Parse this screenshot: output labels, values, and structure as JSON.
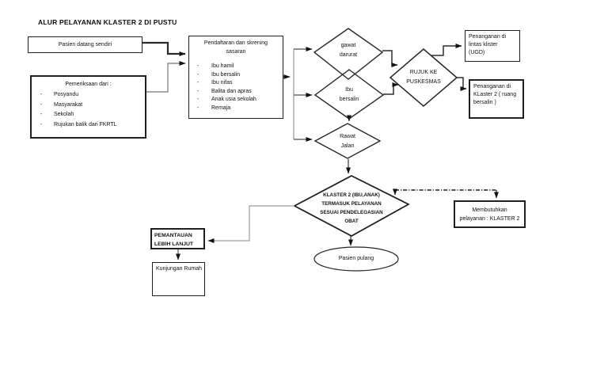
{
  "title": "ALUR PELAYANAN KLASTER 2 DI PUSTU",
  "bullet": "-",
  "colors": {
    "line": "#2b2b2b",
    "line_muted": "#8f8f8f",
    "border": "#1f1f1f",
    "background": "#ffffff",
    "text": "#111111"
  },
  "boxes": {
    "pasien_datang": {
      "label": "Pasien datang sendiri"
    },
    "pemeriksaan": {
      "title": "Pemeriksaan dari :",
      "items": [
        "Posyandu",
        "Masyarakat",
        "Sekolah",
        "Rujukan balik dari FKRTL"
      ]
    },
    "pendaftaran": {
      "title_lines": [
        "Pendaftaran dan skrening",
        "sasaran"
      ],
      "items": [
        "Ibu hamil",
        "Ibu bersalin",
        "Ibu nifas",
        "Balita dan apras",
        "Anak usia sekolah",
        "Remaja"
      ]
    },
    "penanganan_ugd": {
      "lines": [
        "Penanganan di",
        "lintas klister",
        "(UGD)"
      ]
    },
    "penanganan_klaster2": {
      "lines": [
        "Penanganan di",
        "KLaster 2 ( ruang",
        "bersalin )"
      ]
    },
    "membutuhkan": {
      "lines": [
        "Membutuhkan",
        "pelayanan : KLASTER 2"
      ]
    },
    "pemantauan": {
      "lines": [
        "PEMANTAUAN",
        "LEBIH LANJUT"
      ]
    },
    "kunjungan": {
      "label": "Kunjungan Rumah"
    }
  },
  "diamonds": {
    "gawat_darurat": {
      "lines": [
        "gawat",
        "darurat"
      ]
    },
    "ibu_bersalin": {
      "lines": [
        "Ibu",
        "bersalin"
      ]
    },
    "rawat_jalan": {
      "lines": [
        "Rawat",
        "Jalan"
      ]
    },
    "rujuk_puskesmas": {
      "lines": [
        "RUJUK KE",
        "PUSKESMAS"
      ]
    },
    "klaster2": {
      "lines": [
        "KLASTER 2 (IBU,ANAK)",
        "TERMASUK PELAYANAN",
        "SESUAI PENDELEGASIAN",
        "OBAT"
      ]
    }
  },
  "terminator": {
    "pasien_pulang": "Pasien pulang"
  }
}
